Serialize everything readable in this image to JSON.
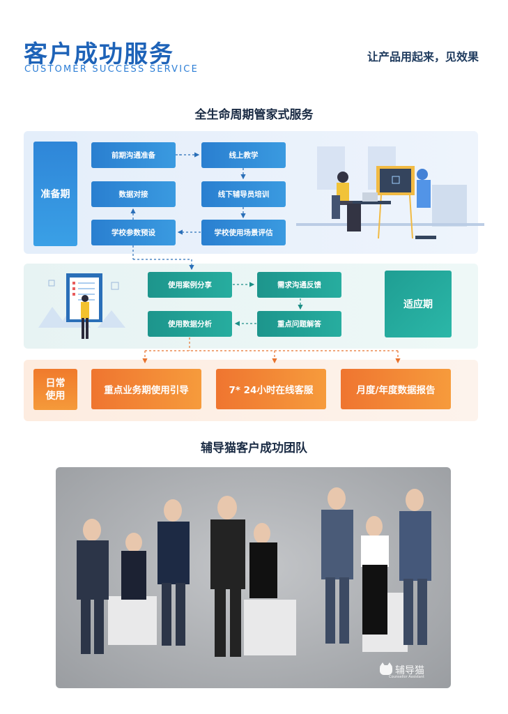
{
  "header": {
    "title": "客户成功服务",
    "subtitle": "CUSTOMER SUCCESS SERVICE",
    "slogan": "让产品用起来，见效果"
  },
  "lifecycle": {
    "title": "全生命周期管家式服务",
    "prep": {
      "stage_label": "准备期",
      "steps": [
        "前期沟通准备",
        "线上教学",
        "数据对接",
        "线下辅导员培训",
        "学校参数预设",
        "学校使用场景评估"
      ]
    },
    "adapt": {
      "stage_label": "适应期",
      "steps": [
        "使用案例分享",
        "需求沟通反馈",
        "使用数据分析",
        "重点问题解答"
      ]
    },
    "daily": {
      "stage_label": "日常使用",
      "stage_label_line1": "日常",
      "stage_label_line2": "使用",
      "items": [
        "重点业务期使用引导",
        "7* 24小时在线客服",
        "月度/年度数据报告"
      ]
    },
    "colors": {
      "prep": "#2f86d8",
      "adapt": "#1f9e93",
      "daily": "#f07a2c"
    }
  },
  "team": {
    "title": "辅导猫客户成功团队",
    "logo_text": "辅导猫",
    "logo_sub": "Counsellor Assistant"
  }
}
